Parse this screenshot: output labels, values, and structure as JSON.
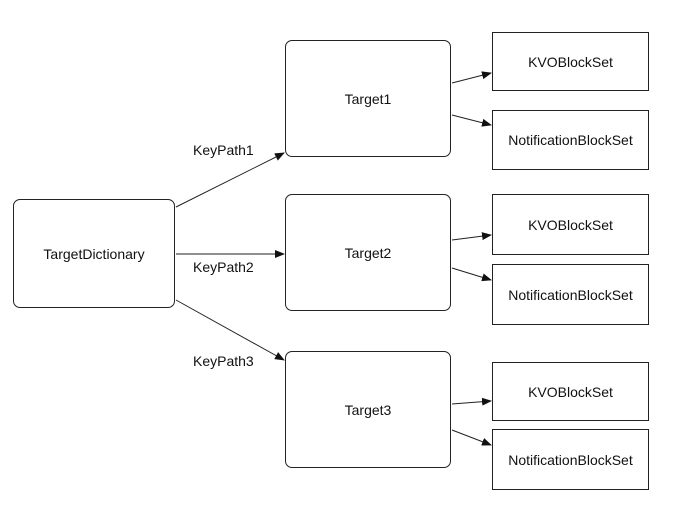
{
  "nodes": {
    "root": "TargetDictionary",
    "targets": [
      "Target1",
      "Target2",
      "Target3"
    ],
    "kvo_sets": [
      "KVOBlockSet",
      "KVOBlockSet",
      "KVOBlockSet"
    ],
    "notification_sets": [
      "NotificationBlockSet",
      "NotificationBlockSet",
      "NotificationBlockSet"
    ]
  },
  "edge_labels": [
    "KeyPath1",
    "KeyPath2",
    "KeyPath3"
  ],
  "colors": {
    "stroke": "#222222",
    "background": "#ffffff"
  }
}
